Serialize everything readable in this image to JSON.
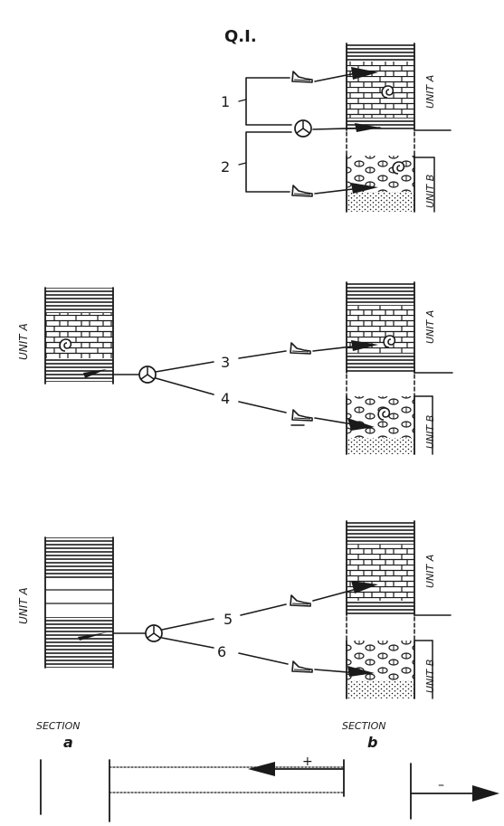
{
  "figure": {
    "title": "Q.I.",
    "marker_numbers": [
      "1",
      "2",
      "3",
      "4",
      "5",
      "6"
    ],
    "unit_labels": {
      "unit_a": "UNIT A",
      "unit_b": "UNIT B"
    },
    "section_labels": {
      "section_word": "SECTION",
      "a": "a",
      "b": "b"
    },
    "arrow_signs": {
      "plus": "+",
      "minus": "–"
    },
    "symbols": {
      "ash_marker": "trefoil-circle-icon",
      "fossil_marker": "shoe-horizon-icon",
      "ammonite": "ammonite-icon"
    }
  }
}
